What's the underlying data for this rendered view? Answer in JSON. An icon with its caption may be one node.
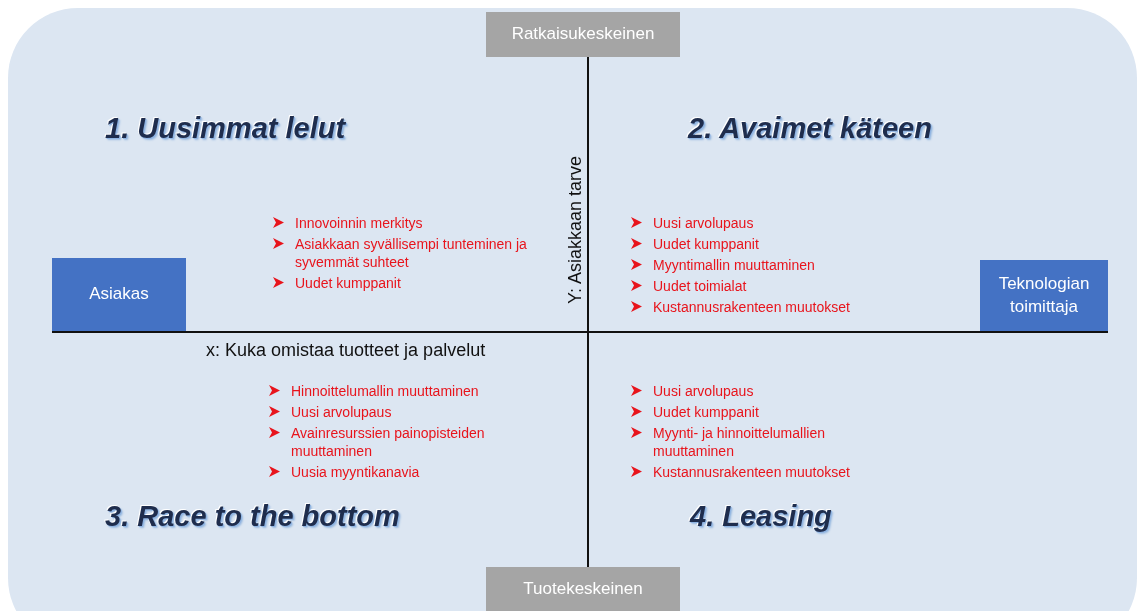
{
  "diagram": {
    "nodes": [
      {
        "text": [
          "Ratkaisukeskeinen"
        ]
      },
      {
        "text": [
          "Asiakas"
        ]
      },
      {
        "text": [
          "Teknologian toimittaja"
        ]
      },
      {
        "text": [
          "Tuotekeskeinen"
        ]
      }
    ],
    "labels": [
      "1. Uusimmat lelut",
      "2. Avaimet käteen",
      "Y: Asiakkaan tarve",
      "Innovoinnin merkitys",
      "Asiakkaan syvällisempi tunteminen ja syvemmät suhteet",
      "Uudet kumppanit",
      "Uusi arvolupaus",
      "Uudet kumppanit",
      "Myyntimallin muuttaminen",
      "Uudet toimialat",
      "Kustannusrakenteen muutokset",
      "x: Kuka omistaa tuotteet ja palvelut",
      "Hinnoittelumallin muuttaminen",
      "Uusi arvolupaus",
      "Avainresurssien painopisteiden muuttaminen",
      "Uusia myyntikanavia",
      "Uusi arvolupaus",
      "Uudet kumppanit",
      "Myynti- ja hinnoittelumallien muuttaminen",
      "Kustannusrakenteen muutokset",
      "3. Race to the bottom",
      "4. Leasing"
    ]
  }
}
